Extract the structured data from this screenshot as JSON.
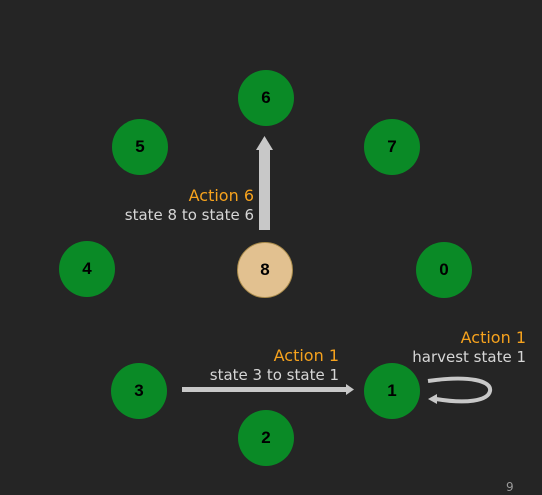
{
  "states": {
    "s0": "0",
    "s1": "1",
    "s2": "2",
    "s3": "3",
    "s4": "4",
    "s5": "5",
    "s6": "6",
    "s7": "7",
    "s8": "8"
  },
  "annotations": {
    "top": {
      "action": "Action 6",
      "description": "state 8 to state 6"
    },
    "bottom": {
      "action": "Action 1",
      "description": "state 3 to state 1"
    },
    "loop": {
      "action": "Action 1",
      "description": "harvest state 1"
    }
  },
  "colors": {
    "background": "#252525",
    "state_node": "#0a8a26",
    "current_state": "#e2c190",
    "action_text": "#f6a21d",
    "description_text": "#d6d6d6",
    "arrow": "#c8c8c8"
  },
  "page_number": "9"
}
